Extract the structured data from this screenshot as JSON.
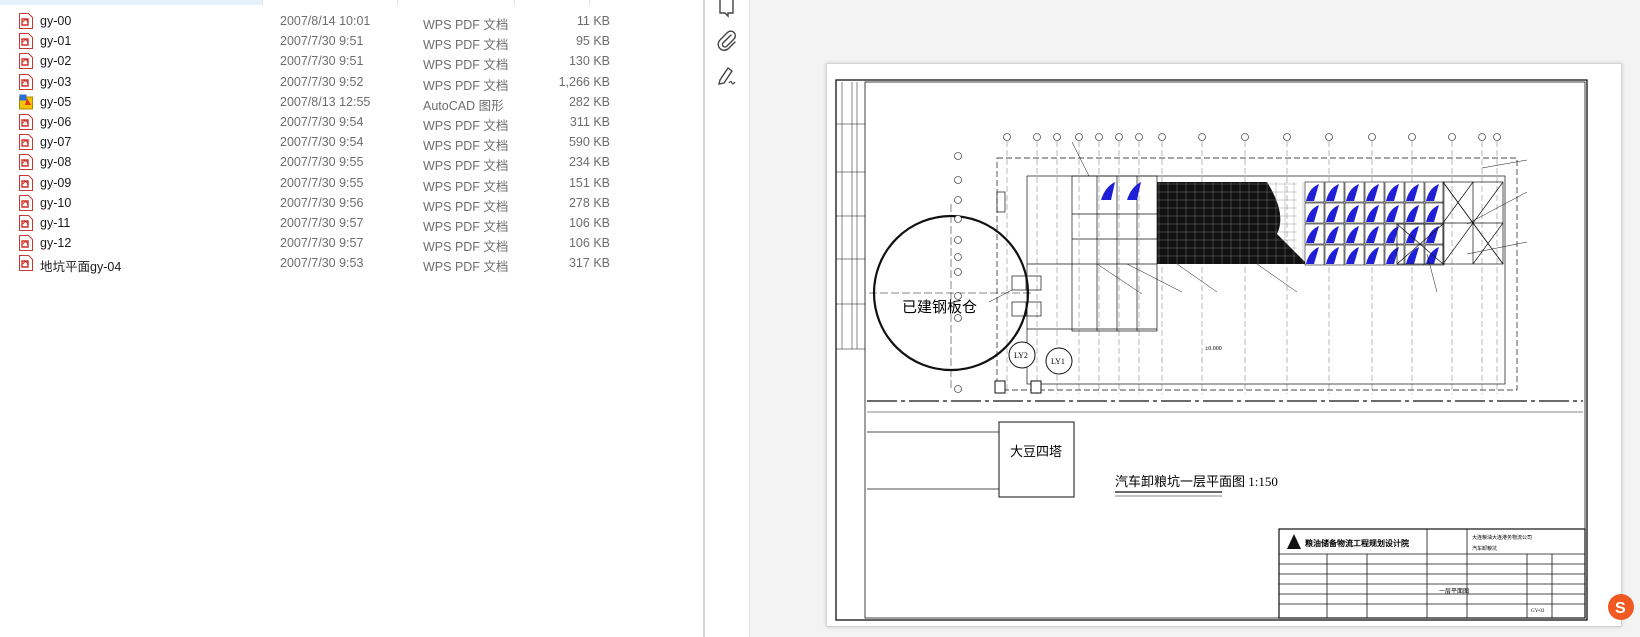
{
  "files": [
    {
      "name": "gy-00",
      "date": "2007/8/14 10:01",
      "type": "WPS PDF 文档",
      "size": "11 KB",
      "icon": "pdf-file-icon"
    },
    {
      "name": "gy-01",
      "date": "2007/7/30 9:51",
      "type": "WPS PDF 文档",
      "size": "95 KB",
      "icon": "pdf-file-icon"
    },
    {
      "name": "gy-02",
      "date": "2007/7/30 9:51",
      "type": "WPS PDF 文档",
      "size": "130 KB",
      "icon": "pdf-file-icon"
    },
    {
      "name": "gy-03",
      "date": "2007/7/30 9:52",
      "type": "WPS PDF 文档",
      "size": "1,266 KB",
      "icon": "pdf-file-icon"
    },
    {
      "name": "gy-05",
      "date": "2007/8/13 12:55",
      "type": "AutoCAD 图形",
      "size": "282 KB",
      "icon": "autocad-file-icon"
    },
    {
      "name": "gy-06",
      "date": "2007/7/30 9:54",
      "type": "WPS PDF 文档",
      "size": "311 KB",
      "icon": "pdf-file-icon"
    },
    {
      "name": "gy-07",
      "date": "2007/7/30 9:54",
      "type": "WPS PDF 文档",
      "size": "590 KB",
      "icon": "pdf-file-icon"
    },
    {
      "name": "gy-08",
      "date": "2007/7/30 9:55",
      "type": "WPS PDF 文档",
      "size": "234 KB",
      "icon": "pdf-file-icon"
    },
    {
      "name": "gy-09",
      "date": "2007/7/30 9:55",
      "type": "WPS PDF 文档",
      "size": "151 KB",
      "icon": "pdf-file-icon"
    },
    {
      "name": "gy-10",
      "date": "2007/7/30 9:56",
      "type": "WPS PDF 文档",
      "size": "278 KB",
      "icon": "pdf-file-icon"
    },
    {
      "name": "gy-11",
      "date": "2007/7/30 9:57",
      "type": "WPS PDF 文档",
      "size": "106 KB",
      "icon": "pdf-file-icon"
    },
    {
      "name": "gy-12",
      "date": "2007/7/30 9:57",
      "type": "WPS PDF 文档",
      "size": "106 KB",
      "icon": "pdf-file-icon"
    },
    {
      "name": "地坑平面gy-04",
      "date": "2007/7/30 9:53",
      "type": "WPS PDF 文档",
      "size": "317 KB",
      "icon": "pdf-file-icon"
    }
  ],
  "viewer": {
    "toolbar": [
      {
        "name": "comment-icon"
      },
      {
        "name": "attachment-icon"
      },
      {
        "name": "sign-icon"
      }
    ],
    "drawing": {
      "silo_label": "已建钢板仓",
      "tower_label": "大豆四塔",
      "plan_title": "汽车卸粮坑一层平面图 1:150",
      "tank_labels": [
        "LY2",
        "LY1"
      ],
      "titleblock_left": "粮油储备物流工程规划设计院",
      "titleblock_right": "大连粮油大连港务物流公司",
      "titleblock_project": "汽车卸粮坑",
      "titleblock_sheet": "一层平面图",
      "titleblock_number": "GY-03",
      "elevation_mark": "±0.000"
    },
    "colors": {
      "blue_fill": "#1f1fd8",
      "line": "#111111"
    }
  },
  "ime_icon": "sogou-ime-icon"
}
